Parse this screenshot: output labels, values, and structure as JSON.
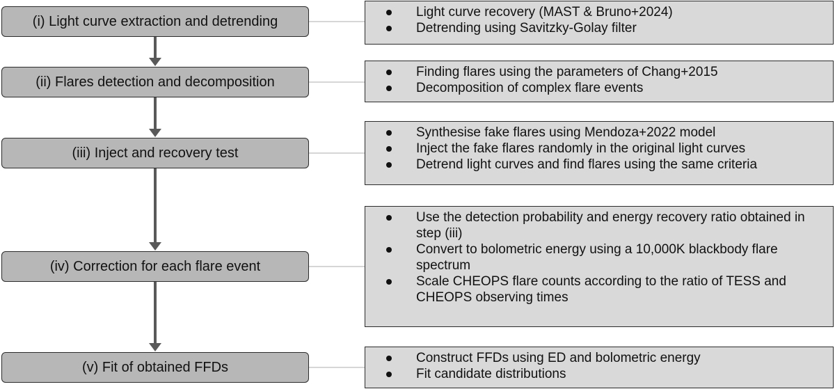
{
  "steps": [
    {
      "label": "(i) Light curve extraction and detrending",
      "details": [
        "Light curve recovery (MAST & Bruno+2024)",
        "Detrending using Savitzky-Golay filter"
      ]
    },
    {
      "label": "(ii) Flares detection and decomposition",
      "details": [
        "Finding flares using the parameters of Chang+2015",
        "Decomposition of complex flare events"
      ]
    },
    {
      "label": "(iii) Inject and recovery test",
      "details": [
        "Synthesise fake flares using Mendoza+2022 model",
        "Inject the fake flares randomly in the original light curves",
        "Detrend light curves and find flares using the same criteria"
      ]
    },
    {
      "label": "(iv) Correction for each flare event",
      "details": [
        "Use the detection probability and energy recovery ratio obtained in step (iii)",
        "Convert to bolometric energy using a 10,000K blackbody flare spectrum",
        "Scale CHEOPS flare counts according to the ratio of TESS and CHEOPS observing times"
      ]
    },
    {
      "label": "(v) Fit of obtained FFDs",
      "details": [
        "Construct FFDs using ED and bolometric energy",
        "Fit candidate distributions"
      ]
    }
  ],
  "colors": {
    "step_fill": "#b7b7b7",
    "detail_fill": "#d9d9d9",
    "arrow": "#595959",
    "connector": "#c8c8c8",
    "border": "#2b2b2b"
  }
}
